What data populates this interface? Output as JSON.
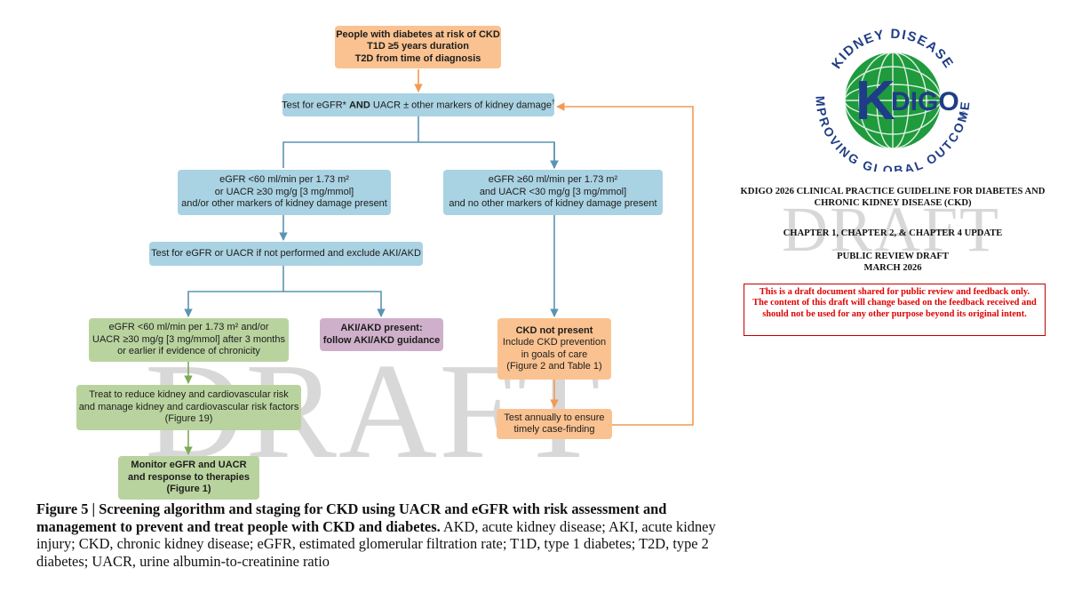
{
  "flowchart": {
    "start": [
      "People with diabetes at risk of CKD",
      "T1D ≥5 years duration",
      "T2D from time of diagnosis"
    ],
    "test_prefix": "Test for eGFR* ",
    "test_and": "AND",
    "test_suffix": " UACR ± other markers of kidney damage",
    "test_sup": "†",
    "low_branch": [
      "eGFR <60 ml/min per 1.73 m²",
      "or UACR ≥30 mg/g [3 mg/mmol]",
      "and/or other markers of kidney damage present"
    ],
    "high_branch": [
      "eGFR ≥60 ml/min per 1.73 m²",
      "and UACR <30 mg/g [3 mg/mmol]",
      "and no other markers of kidney damage present"
    ],
    "retest": "Test for eGFR or UACR if not performed and exclude AKI/AKD",
    "chronic": [
      "eGFR <60 ml/min per 1.73 m² and/or",
      "UACR ≥30 mg/g [3 mg/mmol] after 3 months",
      "or earlier if evidence of chronicity"
    ],
    "aki": [
      "AKI/AKD present:",
      "follow AKI/AKD guidance"
    ],
    "ckd_not_present_title": "CKD not present",
    "ckd_not_present": [
      "Include CKD prevention",
      "in goals of care",
      "(Figure 2 and Table 1)"
    ],
    "treat": [
      "Treat to reduce kidney and cardiovascular risk",
      "and manage kidney and cardiovascular risk factors",
      "(Figure 19)"
    ],
    "annual": [
      "Test annually  to ensure",
      "timely case-finding"
    ],
    "monitor": [
      "Monitor eGFR and UACR",
      "and response to therapies",
      "(Figure 1)"
    ]
  },
  "watermark": "DRAFT",
  "caption": {
    "bold": "Figure 5 | Screening algorithm and staging for CKD using UACR and eGFR with risk assessment and management to prevent and treat people with CKD and diabetes.",
    "text": " AKD, acute kidney disease; AKI, acute kidney injury; CKD, chronic kidney disease; eGFR, estimated glomerular filtration rate; T1D, type 1 diabetes; T2D, type 2 diabetes; UACR, urine albumin-to-creatinine ratio"
  },
  "logo": {
    "top_arc": "KIDNEY DISEASE",
    "bottom_arc": "IMPROVING GLOBAL OUTCOMES",
    "mark_k": "K",
    "mark_digo": "DIGO",
    "registered": "®"
  },
  "doc": {
    "title_line1": "KDIGO 2026 CLINICAL PRACTICE GUIDELINE FOR DIABETES AND",
    "title_line2": "CHRONIC KIDNEY DISEASE (CKD)",
    "chapters": "CHAPTER 1, CHAPTER 2, & CHAPTER 4 UPDATE",
    "status_line1": "PUBLIC REVIEW DRAFT",
    "status_line2": "MARCH 2026",
    "notice": "This is a draft document shared for public review and feedback only. The content of this draft will change based on the feedback received and should not be used for any other purpose beyond its original intent."
  },
  "colors": {
    "orange_box": "#fac291",
    "blue_box": "#a9d2e2",
    "green_box": "#b9d39f",
    "purple_box": "#cfb0cb",
    "orange_arrow": "#f29a52",
    "blue_arrow": "#5b93b3",
    "green_arrow": "#7cab55",
    "logo_green": "#1f9a3d",
    "logo_navy": "#1f3d86",
    "notice_red": "#e00000"
  }
}
